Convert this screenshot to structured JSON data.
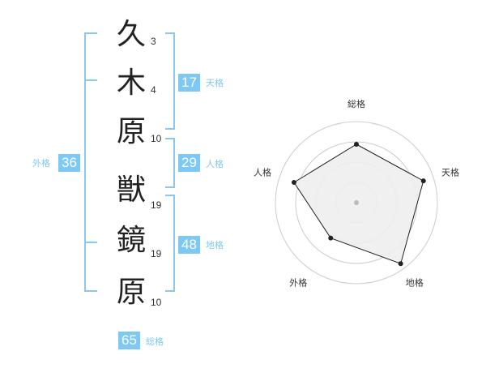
{
  "characters": [
    {
      "char": "久",
      "strokes": "3"
    },
    {
      "char": "木",
      "strokes": "4"
    },
    {
      "char": "原",
      "strokes": "10"
    },
    {
      "char": "獣",
      "strokes": "19"
    },
    {
      "char": "鏡",
      "strokes": "19"
    },
    {
      "char": "原",
      "strokes": "10"
    }
  ],
  "fortunes": {
    "tenkaku": {
      "value": "17",
      "label": "天格"
    },
    "jinkaku": {
      "value": "29",
      "label": "人格"
    },
    "chikaku": {
      "value": "48",
      "label": "地格"
    },
    "gaikaku": {
      "value": "36",
      "label": "外格"
    },
    "soukaku": {
      "value": "65",
      "label": "総格"
    }
  },
  "radar": {
    "axes": [
      "総格",
      "天格",
      "地格",
      "外格",
      "人格"
    ],
    "levels": 4,
    "values": [
      0.72,
      0.87,
      0.93,
      0.54,
      0.81
    ],
    "colors": {
      "ring": "#cccccc",
      "fill": "#eeeeee",
      "line": "#222222",
      "center": "#bbbbbb"
    }
  },
  "colors": {
    "accent": "#7ec8f4",
    "bracket": "#8cc8ee"
  }
}
